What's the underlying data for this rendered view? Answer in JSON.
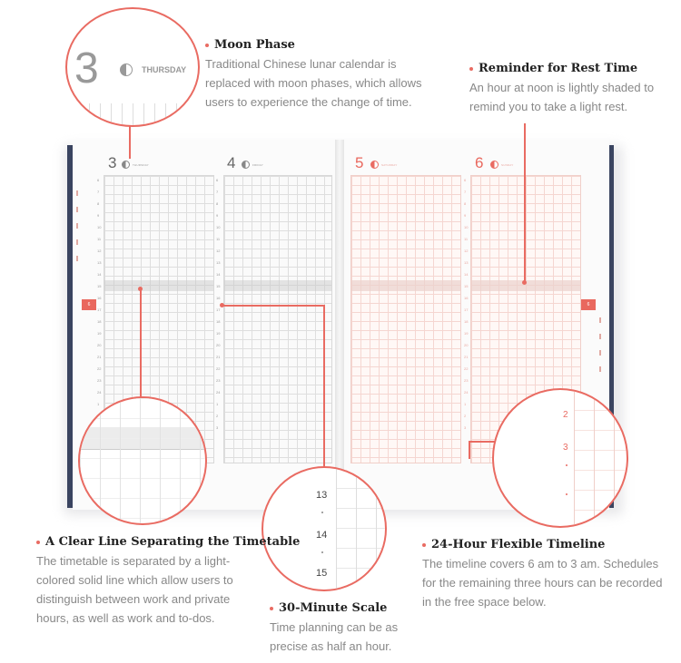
{
  "moon_phase": {
    "title": "Moon Phase",
    "description": "Traditional Chinese lunar calendar is replaced with moon phases, which allows users to experience the change of time.",
    "lens_day_number": "3",
    "lens_day_name": "THURSDAY"
  },
  "rest_time": {
    "title": "Reminder for Rest Time",
    "description": "An hour at noon is lightly shaded to remind you to take a light rest."
  },
  "clear_line": {
    "title": "A Clear Line Separating the Timetable",
    "description": "The timetable is separated by a light-colored solid line which allow users to distinguish between work and private hours, as well as work and to-dos."
  },
  "scale": {
    "title": "30-Minute Scale",
    "description": "Time planning can be as precise as half an hour.",
    "lens_hours": [
      "13",
      "14",
      "15"
    ]
  },
  "timeline": {
    "title": "24-Hour Flexible Timeline",
    "description": "The timeline covers 6 am to 3 am. Schedules for the remaining three hours can be recorded in the free space below.",
    "lens_hours": [
      "2",
      "3"
    ]
  },
  "planner": {
    "days": [
      {
        "number": "3",
        "name": "THURSDAY"
      },
      {
        "number": "4",
        "name": "FRIDAY"
      },
      {
        "number": "5",
        "name": "SATURDAY"
      },
      {
        "number": "6",
        "name": "SUNDAY"
      }
    ],
    "hours_left": [
      "6",
      "7",
      "8",
      "9",
      "10",
      "11",
      "12",
      "13",
      "14",
      "15",
      "16",
      "17",
      "18",
      "19",
      "20",
      "21",
      "22",
      "23",
      "24",
      "1",
      "2",
      "3"
    ],
    "hours_mid": [
      "6",
      "7",
      "8",
      "9",
      "10",
      "11",
      "12",
      "13",
      "14",
      "15",
      "16",
      "17",
      "18",
      "19",
      "20",
      "21",
      "22",
      "23",
      "24",
      "1",
      "2",
      "3"
    ],
    "hours_right": [
      "6",
      "7",
      "8",
      "9",
      "10",
      "11",
      "12",
      "13",
      "14",
      "15",
      "16",
      "17",
      "18",
      "19",
      "20",
      "21",
      "22",
      "23",
      "24",
      "1",
      "2",
      "3"
    ],
    "tab_label_left": "6",
    "tab_label_right": "6",
    "accent_color": "#e96b62"
  }
}
